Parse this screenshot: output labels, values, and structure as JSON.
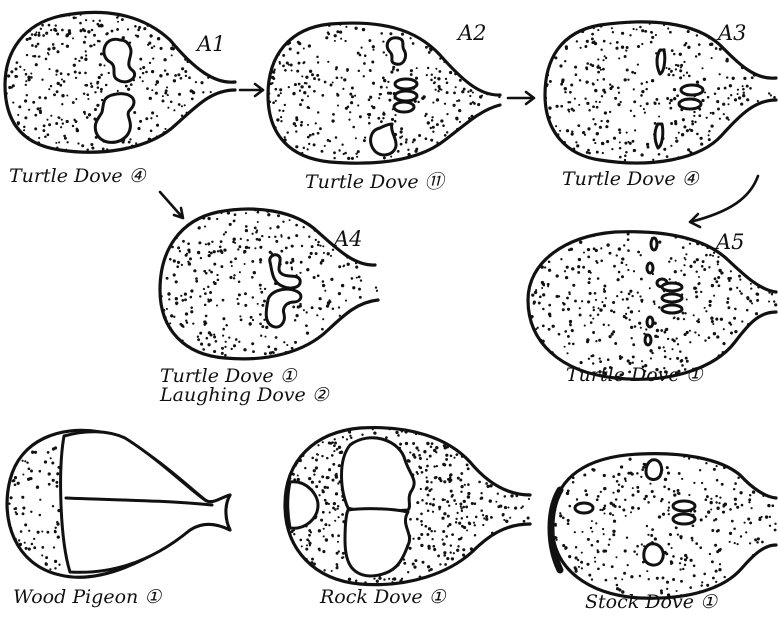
{
  "diagram_id": "egg-yolk-shapes",
  "panels": [
    {
      "key": "a1",
      "id": "A1",
      "captions": [
        "Turtle Dove ④"
      ]
    },
    {
      "key": "a2",
      "id": "A2",
      "captions": [
        "Turtle Dove ⑪"
      ]
    },
    {
      "key": "a3",
      "id": "A3",
      "captions": [
        "Turtle Dove ④"
      ]
    },
    {
      "key": "a4",
      "id": "A4",
      "captions": [
        "Turtle Dove ①",
        "Laughing Dove ②"
      ]
    },
    {
      "key": "a5",
      "id": "A5",
      "captions": [
        "Turtle Dove ①"
      ]
    },
    {
      "key": "wood",
      "id": "",
      "captions": [
        "Wood Pigeon ①"
      ]
    },
    {
      "key": "rock",
      "id": "",
      "captions": [
        "Rock Dove ①"
      ]
    },
    {
      "key": "stock",
      "id": "",
      "captions": [
        "Stock Dove ①"
      ]
    }
  ],
  "colors": {
    "ink": "#111111",
    "paper": "#ffffff"
  }
}
